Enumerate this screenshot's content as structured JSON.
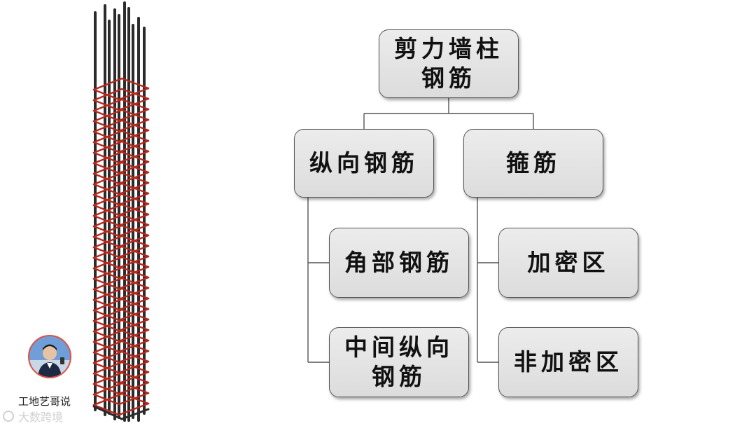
{
  "diagram": {
    "root": {
      "lines": [
        "剪力墙柱",
        "钢筋"
      ]
    },
    "branches": [
      {
        "label": [
          "纵向钢筋"
        ],
        "children": [
          {
            "lines": [
              "角部钢筋"
            ]
          },
          {
            "lines": [
              "中间纵向",
              "钢筋"
            ]
          }
        ]
      },
      {
        "label": [
          "箍筋"
        ],
        "children": [
          {
            "lines": [
              "加密区"
            ]
          },
          {
            "lines": [
              "非加密区"
            ]
          }
        ]
      }
    ]
  },
  "author": {
    "name": "工地艺哥说"
  },
  "watermark": {
    "text": "大数跨境"
  },
  "colors": {
    "node_fill": "#e3e3e3",
    "node_border": "#555555",
    "rebar": "#2b2b2b",
    "stirrup": "#b5281e",
    "connector": "#555555"
  },
  "icons": {
    "column_illustration": "rebar-cage-icon",
    "avatar": "person-avatar-icon",
    "watermark": "watermark-logo-icon"
  }
}
